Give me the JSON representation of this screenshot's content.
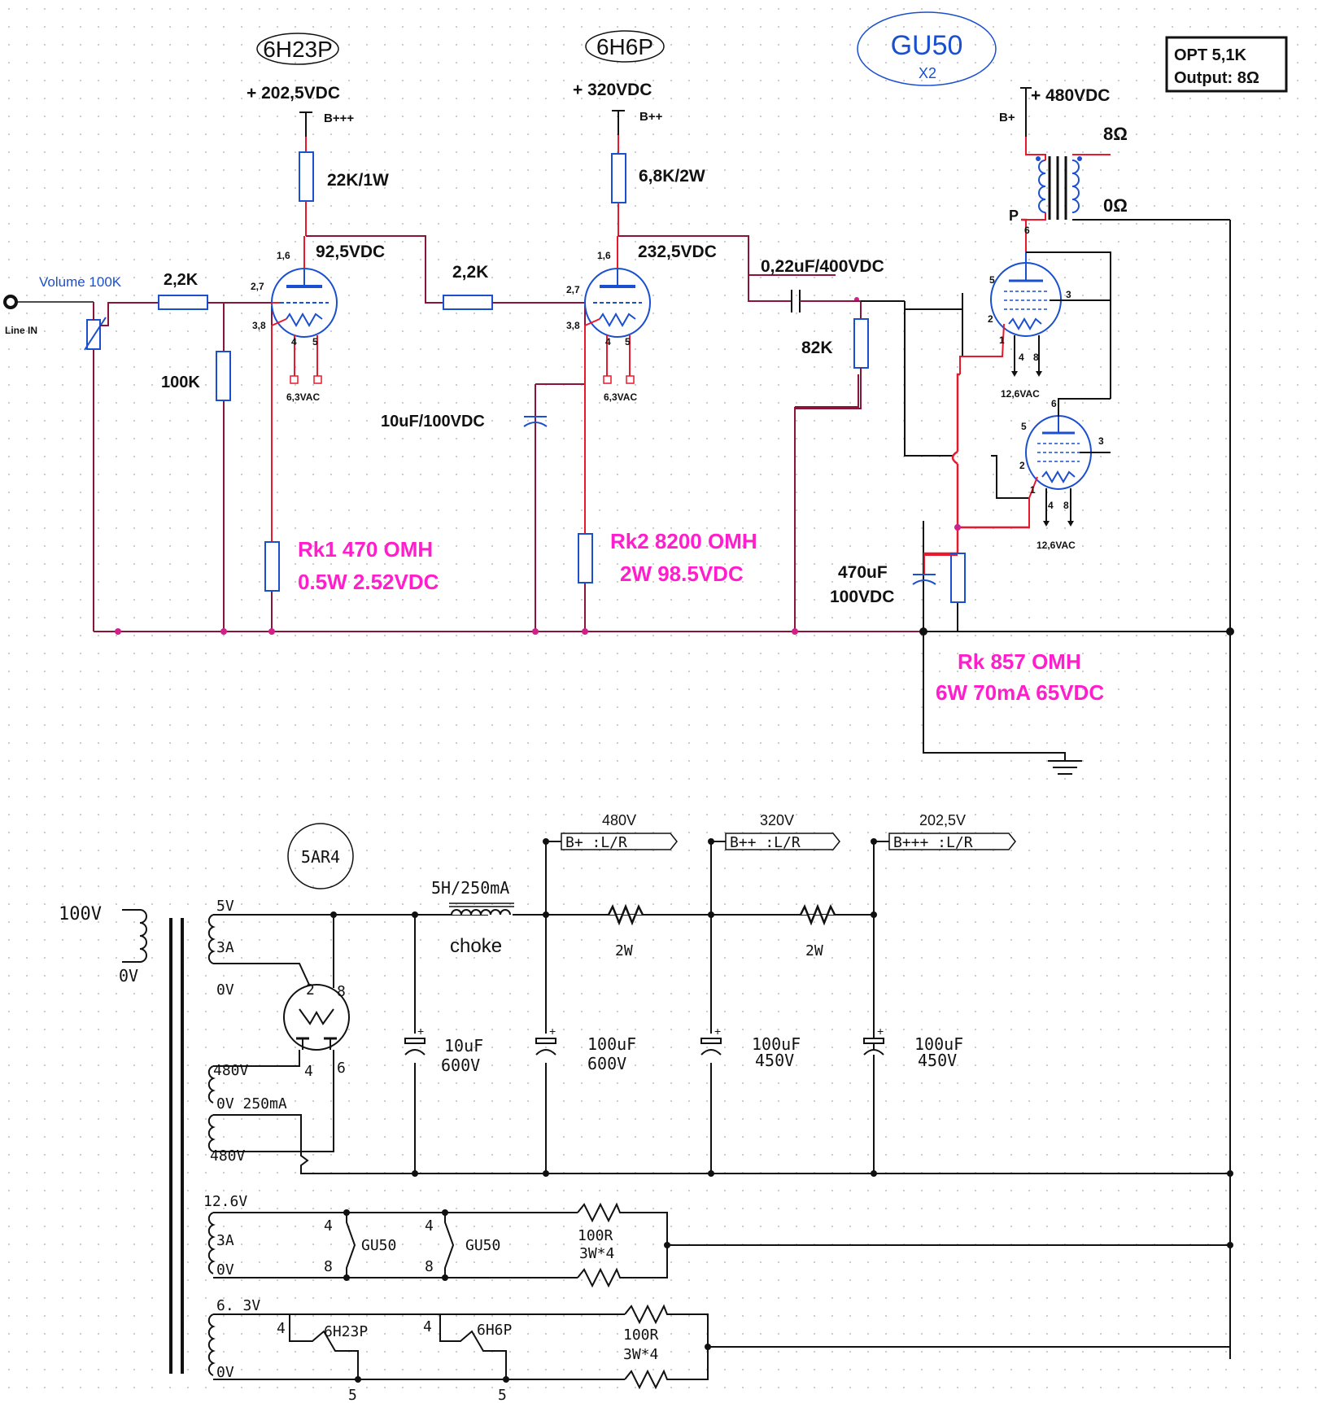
{
  "tubes": {
    "v1": "6H23P",
    "v2": "6H6P",
    "out": "GU50",
    "out_count": "X2",
    "rect": "5AR4"
  },
  "opt_box": {
    "line1": "OPT 5,1K",
    "line2": "Output: 8Ω"
  },
  "supply": {
    "v1": "+ 202,5VDC",
    "v1_rail": "B+++",
    "v2": "+ 320VDC",
    "v2_rail": "B++",
    "out": "+ 480VDC",
    "out_rail": "B+"
  },
  "labels": {
    "r_plate1": "22K/1W",
    "r_plate2": "6,8K/2W",
    "v_plate1": "92,5VDC",
    "v_plate2": "232,5VDC",
    "r_grid_in": "2,2K",
    "r_grid2": "2,2K",
    "cap_coupling": "0,22uF/400VDC",
    "r_82k": "82K",
    "r_100k": "100K",
    "volume": "Volume 100K",
    "line_in": "Line IN",
    "cap_bypass2": "10uF/100VDC",
    "heater_v1": "6,3VAC",
    "heater_v2": "6,3VAC",
    "heater_out1": "12,6VAC",
    "heater_out2": "12,6VAC",
    "cap_470_a": "470uF",
    "cap_470_b": "100VDC",
    "xfmr_p": "P",
    "xfmr_8": "8Ω",
    "xfmr_0": "0Ω",
    "pin_16a": "1,6",
    "pin_27a": "2,7",
    "pin_38a": "3,8",
    "pin_16b": "1,6",
    "pin_27b": "2,7",
    "pin_38b": "3,8",
    "pin_4": "4",
    "pin_5": "5",
    "pin_8": "8",
    "pin_6": "6",
    "pin_3": "3",
    "pin_2": "2",
    "pin_1": "1"
  },
  "cathode_notes": {
    "rk1_a": "Rk1 470 OMH",
    "rk1_b": "0.5W 2.52VDC",
    "rk2_a": "Rk2 8200 OMH",
    "rk2_b": "2W 98.5VDC",
    "rk_a": "Rk 857 OMH",
    "rk_b": "6W 70mA  65VDC"
  },
  "psu": {
    "primary_hi": "100V",
    "primary_lo": "0V",
    "s5v": "5V",
    "s3a": "3A",
    "s0v": "0V",
    "s480a": "480V",
    "s0v250": "0V  250mA",
    "s480b": "480V",
    "choke_val": "5H/250mA",
    "choke": "choke",
    "rail1_v": "480V",
    "rail1_tag": "B+ :L/R",
    "rail2_v": "320V",
    "rail2_tag": "B++ :L/R",
    "rail3_v": "202,5V",
    "rail3_tag": "B+++ :L/R",
    "r_2w_a": "2W",
    "r_2w_b": "2W",
    "c1_a": "10uF",
    "c1_b": "600V",
    "c2_a": "100uF",
    "c2_b": "600V",
    "c3_a": "100uF",
    "c3_b": "450V",
    "c4_a": "100uF",
    "c4_b": "450V",
    "rect_pin2": "2",
    "rect_pin8": "8",
    "rect_pin4": "4",
    "rect_pin6": "6"
  },
  "heaters": {
    "h126": "12.6V",
    "h126_3a": "3A",
    "h126_0v": "0V",
    "gu50_a": "GU50",
    "gu50_b": "GU50",
    "r100_a1": "100R",
    "r100_a2": "3W*4",
    "h63": "6. 3V",
    "h63_0v": "0V",
    "t6h23p": "6H23P",
    "t6h6p": "6H6P",
    "r100_b1": "100R",
    "r100_b2": "3W*4",
    "p4": "4",
    "p8": "8",
    "p5": "5"
  },
  "colors": {
    "wire_red": "#e8192c",
    "wire_black": "#111111",
    "tube_blue": "#1a4fd0",
    "note_pink": "#ff1dcc",
    "wire_maroon": "#8b1538",
    "wire_navy": "#23238e"
  }
}
